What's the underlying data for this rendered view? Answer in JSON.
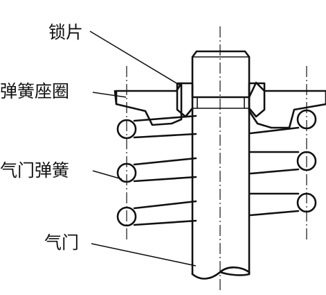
{
  "labels": {
    "lock_piece": "锁片",
    "spring_retainer": "弹簧座圈",
    "valve_spring": "气门弹簧",
    "valve": "气门"
  }
}
